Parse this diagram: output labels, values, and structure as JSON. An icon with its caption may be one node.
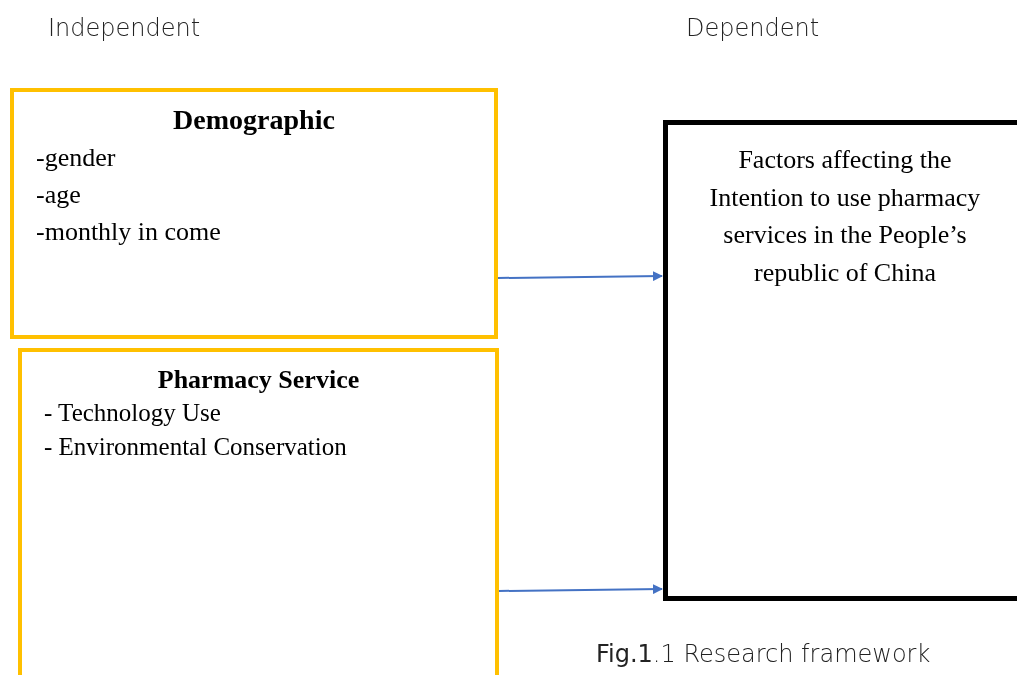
{
  "diagram": {
    "caption": "**Fig.1**.1 Research framework",
    "nodes": [
      {
        "text": [
          "Demographic",
          "-gender",
          "-age",
          "-monthly in come"
        ]
      },
      {
        "text": [
          "Pharmacy Service",
          "- Technology Use",
          "- Environmental Conservation"
        ]
      },
      {
        "text": [
          "Factors affecting the Intention to use pharmacy services in the People’s republic of China"
        ]
      }
    ],
    "edges": [
      {
        "from": 0,
        "to": 2,
        "arrow": "to"
      },
      {
        "from": 1,
        "to": 2,
        "arrow": "to"
      }
    ],
    "labels": [
      "Independent",
      "Dependent"
    ]
  }
}
